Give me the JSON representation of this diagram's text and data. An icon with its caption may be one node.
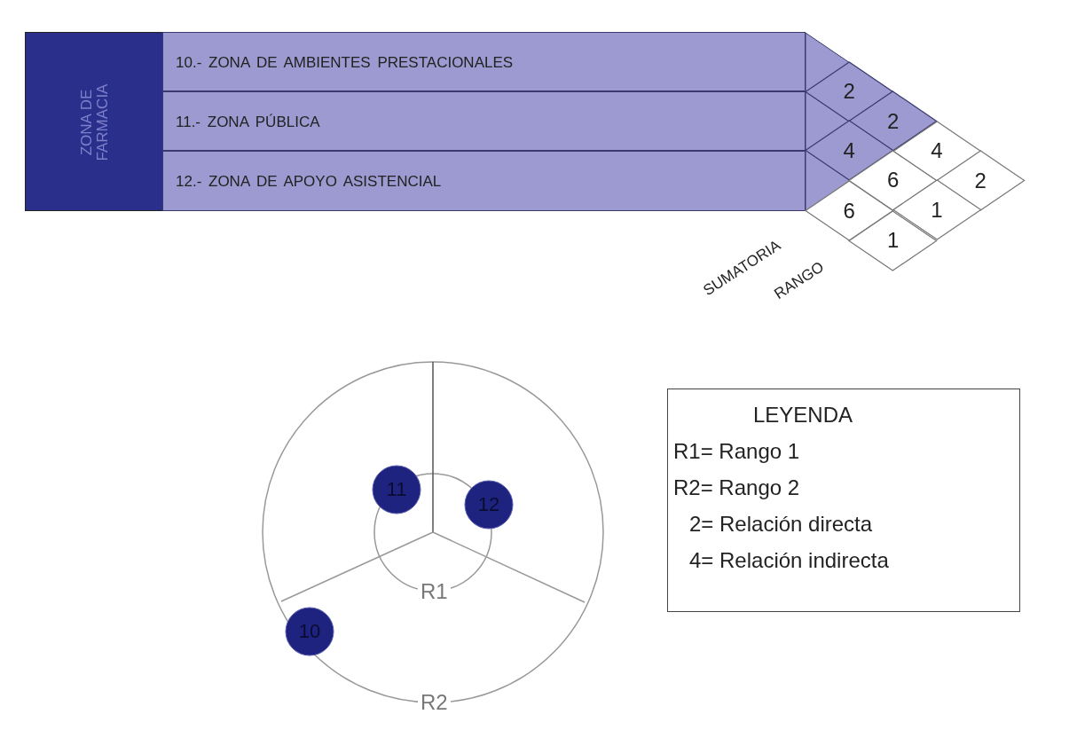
{
  "diagram": {
    "nodes": [
      {
        "text": [
          "ZONA DE FARMACIA"
        ]
      },
      {
        "text": [
          "10.- ZONA DE AMBIENTES PRESTACIONALES"
        ]
      },
      {
        "text": [
          "11.- ZONA PÚBLICA"
        ]
      },
      {
        "text": [
          "12.- ZONA DE APOYO ASISTENCIAL"
        ]
      },
      {
        "text": [
          "2"
        ]
      },
      {
        "text": [
          "2"
        ]
      },
      {
        "text": [
          "4"
        ]
      },
      {
        "text": [
          "4"
        ]
      },
      {
        "text": [
          "6"
        ]
      },
      {
        "text": [
          "2"
        ]
      },
      {
        "text": [
          "6"
        ]
      },
      {
        "text": [
          "1"
        ]
      },
      {
        "text": [
          "1"
        ]
      },
      {
        "text": [
          "11"
        ]
      },
      {
        "text": [
          "12"
        ]
      },
      {
        "text": [
          "10"
        ]
      },
      {
        "text": [
          "LEYENDA",
          "R1= Rango 1",
          "R2= Rango 2",
          "2= Relación directa",
          "4= Relación indirecta"
        ]
      }
    ],
    "edges": [],
    "labels": [
      "SUMATORIA",
      "RANGO",
      "R1",
      "R2"
    ]
  }
}
